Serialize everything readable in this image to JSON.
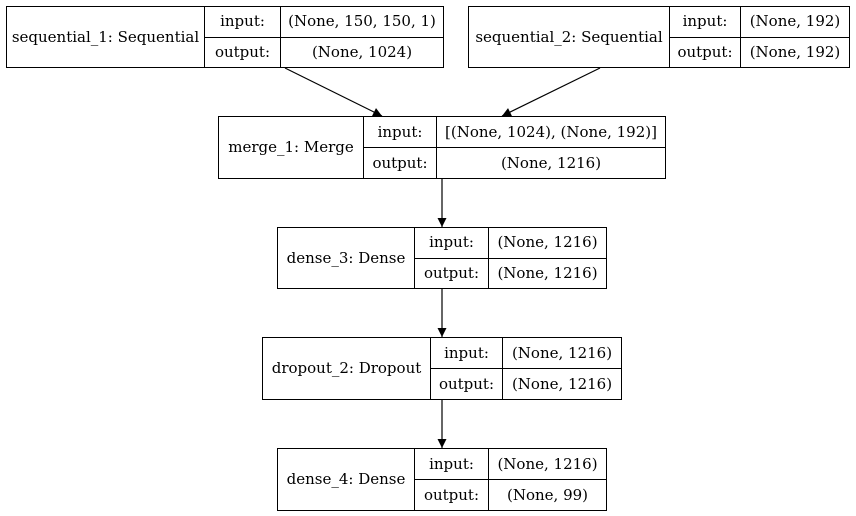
{
  "diagram": {
    "nodes": [
      {
        "id": "sequential_1",
        "name": "sequential_1: Sequential",
        "input_label": "input:",
        "input": "(None, 150, 150, 1)",
        "output_label": "output:",
        "output": "(None, 1024)"
      },
      {
        "id": "sequential_2",
        "name": "sequential_2: Sequential",
        "input_label": "input:",
        "input": "(None, 192)",
        "output_label": "output:",
        "output": "(None, 192)"
      },
      {
        "id": "merge_1",
        "name": "merge_1: Merge",
        "input_label": "input:",
        "input": "[(None, 1024), (None, 192)]",
        "output_label": "output:",
        "output": "(None, 1216)"
      },
      {
        "id": "dense_3",
        "name": "dense_3: Dense",
        "input_label": "input:",
        "input": "(None, 1216)",
        "output_label": "output:",
        "output": "(None, 1216)"
      },
      {
        "id": "dropout_2",
        "name": "dropout_2: Dropout",
        "input_label": "input:",
        "input": "(None, 1216)",
        "output_label": "output:",
        "output": "(None, 1216)"
      },
      {
        "id": "dense_4",
        "name": "dense_4: Dense",
        "input_label": "input:",
        "input": "(None, 1216)",
        "output_label": "output:",
        "output": "(None, 99)"
      }
    ],
    "edges": [
      {
        "from": "sequential_1",
        "to": "merge_1"
      },
      {
        "from": "sequential_2",
        "to": "merge_1"
      },
      {
        "from": "merge_1",
        "to": "dense_3"
      },
      {
        "from": "dense_3",
        "to": "dropout_2"
      },
      {
        "from": "dropout_2",
        "to": "dense_4"
      }
    ],
    "colors": {
      "line": "#000000",
      "background": "#ffffff"
    }
  }
}
